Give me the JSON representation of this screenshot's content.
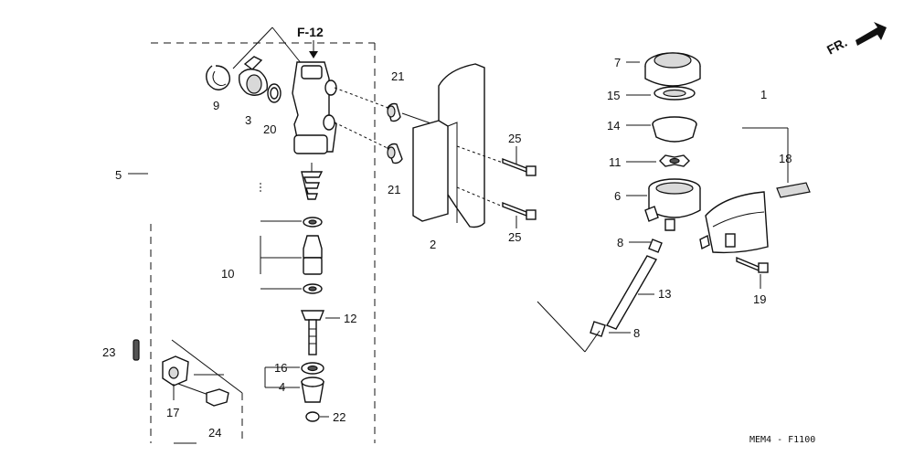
{
  "diagram": {
    "ref_label": "F-12",
    "direction_label": "FR.",
    "footer_code": "MEM4 - F1100",
    "callouts": {
      "c1": "1",
      "c2": "2",
      "c3": "3",
      "c4": "4",
      "c5": "5",
      "c6": "6",
      "c7": "7",
      "c8a": "8",
      "c8b": "8",
      "c9": "9",
      "c10": "10",
      "c11": "11",
      "c12": "12",
      "c13": "13",
      "c14": "14",
      "c15": "15",
      "c16": "16",
      "c17": "17",
      "c18": "18",
      "c19": "19",
      "c20": "20",
      "c21a": "21",
      "c21b": "21",
      "c22": "22",
      "c23": "23",
      "c24": "24",
      "c25a": "25",
      "c25b": "25"
    }
  }
}
